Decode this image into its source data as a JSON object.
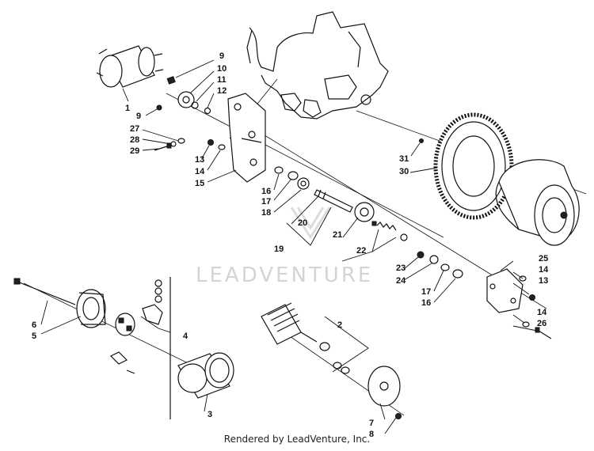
{
  "watermark": {
    "text": "LEADVENTURE"
  },
  "footer": {
    "text": "Rendered by LeadVenture, Inc."
  },
  "callouts": [
    {
      "id": "c1",
      "text": "1"
    },
    {
      "id": "c2",
      "text": "2"
    },
    {
      "id": "c3",
      "text": "3"
    },
    {
      "id": "c4",
      "text": "4"
    },
    {
      "id": "c5",
      "text": "5"
    },
    {
      "id": "c6",
      "text": "6"
    },
    {
      "id": "c7",
      "text": "7"
    },
    {
      "id": "c8",
      "text": "8"
    },
    {
      "id": "c9a",
      "text": "9"
    },
    {
      "id": "c9b",
      "text": "9"
    },
    {
      "id": "c10",
      "text": "10"
    },
    {
      "id": "c11",
      "text": "11"
    },
    {
      "id": "c12",
      "text": "12"
    },
    {
      "id": "c13a",
      "text": "13"
    },
    {
      "id": "c13b",
      "text": "13"
    },
    {
      "id": "c14a",
      "text": "14"
    },
    {
      "id": "c14b",
      "text": "14"
    },
    {
      "id": "c14c",
      "text": "14"
    },
    {
      "id": "c15",
      "text": "15"
    },
    {
      "id": "c16a",
      "text": "16"
    },
    {
      "id": "c16b",
      "text": "16"
    },
    {
      "id": "c17a",
      "text": "17"
    },
    {
      "id": "c17b",
      "text": "17"
    },
    {
      "id": "c18",
      "text": "18"
    },
    {
      "id": "c19",
      "text": "19"
    },
    {
      "id": "c20",
      "text": "20"
    },
    {
      "id": "c21",
      "text": "21"
    },
    {
      "id": "c22",
      "text": "22"
    },
    {
      "id": "c23",
      "text": "23"
    },
    {
      "id": "c24",
      "text": "24"
    },
    {
      "id": "c25",
      "text": "25"
    },
    {
      "id": "c26",
      "text": "26"
    },
    {
      "id": "c27",
      "text": "27"
    },
    {
      "id": "c28",
      "text": "28"
    },
    {
      "id": "c29",
      "text": "29"
    },
    {
      "id": "c30",
      "text": "30"
    },
    {
      "id": "c31",
      "text": "31"
    }
  ]
}
